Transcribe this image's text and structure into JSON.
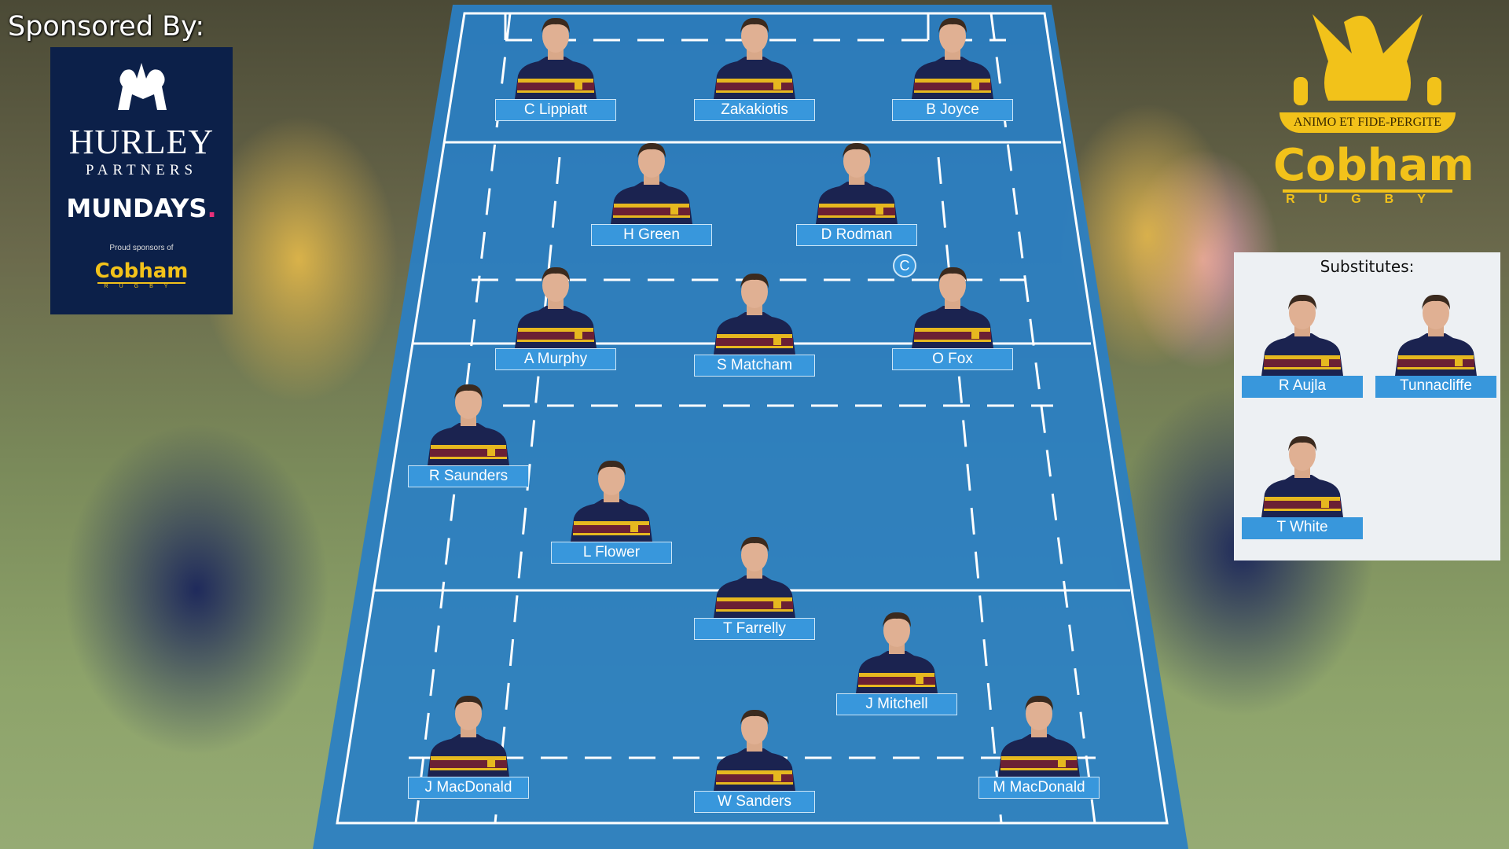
{
  "sponsors": {
    "title": "Sponsored By:",
    "hurley": "HURLEY",
    "partners": "PARTNERS",
    "mundays": "MUNDAYS",
    "mundays_dot": ".",
    "proud": "Proud sponsors of",
    "cobham": "Cobham",
    "rugby": "RUGBY"
  },
  "club": {
    "motto": "ANIMO ET FIDE-PERGITE",
    "name": "Cobham",
    "sub": "RUGBY",
    "accent": "#f2c21a"
  },
  "pitch_color": "#2a7fc4",
  "captain": {
    "mark": "C",
    "player": "O Fox"
  },
  "starters": [
    "C Lippiatt",
    "Zakakiotis",
    "B Joyce",
    "H Green",
    "D Rodman",
    "A Murphy",
    "S Matcham",
    "O Fox",
    "R Saunders",
    "L Flower",
    "T Farrelly",
    "J Mitchell",
    "J MacDonald",
    "W Sanders",
    "M MacDonald"
  ],
  "substitutes": {
    "title": "Substitutes:",
    "players": [
      "R Aujla",
      "Tunnacliffe",
      "T White"
    ]
  }
}
